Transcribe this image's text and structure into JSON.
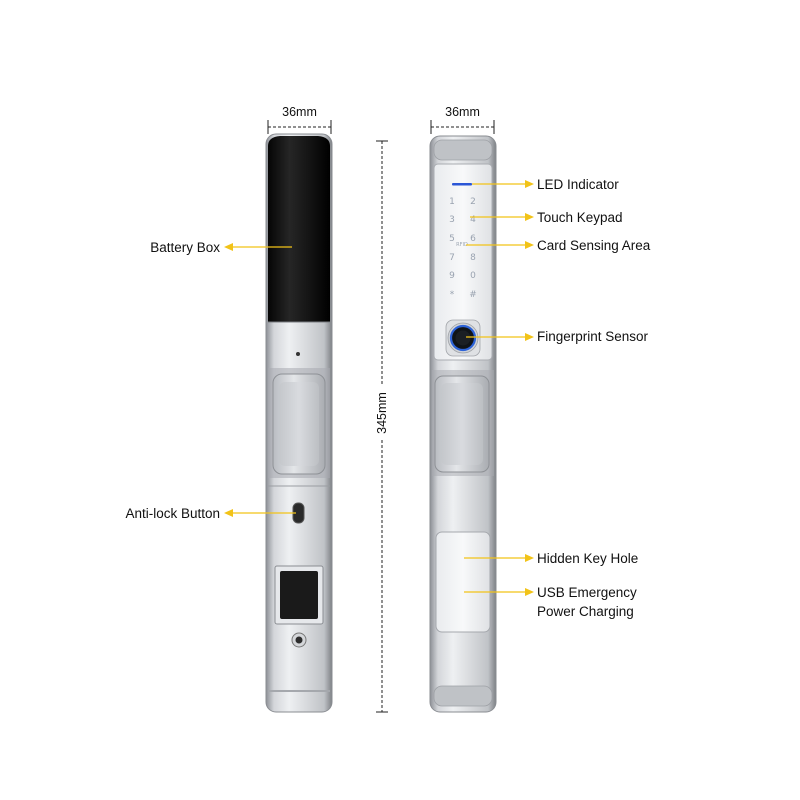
{
  "dimensions": {
    "left_width": "36mm",
    "right_width": "36mm",
    "height": "345mm"
  },
  "labels": {
    "battery_box": "Battery Box",
    "anti_lock_button": "Anti-lock Button",
    "led_indicator": "LED Indicator",
    "touch_keypad": "Touch Keypad",
    "card_sensing_area": "Card Sensing Area",
    "fingerprint_sensor": "Fingerprint Sensor",
    "hidden_key_hole": "Hidden Key Hole",
    "usb_line1": "USB Emergency",
    "usb_line2": "Power Charging"
  },
  "keypad": {
    "keys": [
      "1",
      "2",
      "3",
      "4",
      "5",
      "6",
      "7",
      "8",
      "9",
      "0",
      "*",
      "#"
    ],
    "card_mark": "RFID"
  },
  "colors": {
    "arrow": "#f2c318",
    "led": "#2b56d6",
    "fingerprint_ring": "#2d63d8",
    "body_silver": "#c9ccd0",
    "battery_black": "#141414"
  }
}
